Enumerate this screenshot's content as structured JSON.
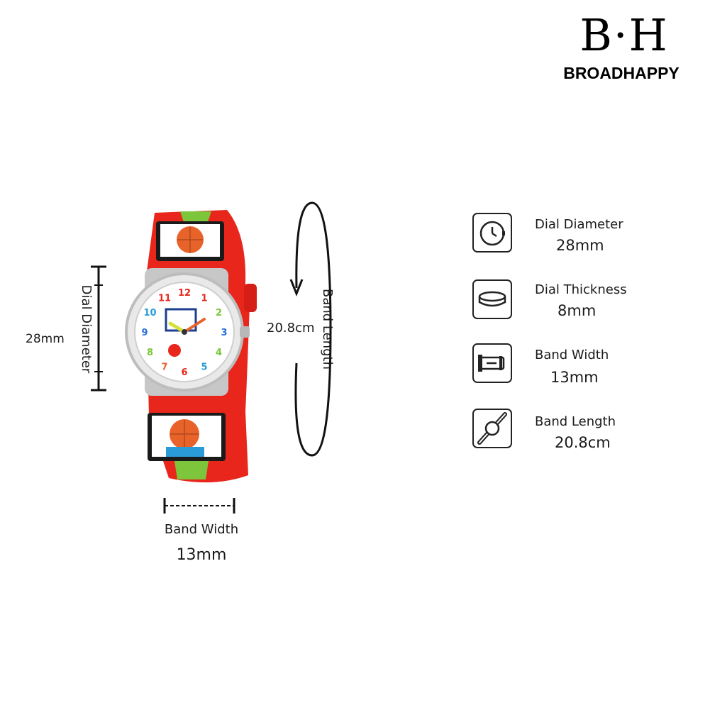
{
  "brand": {
    "mark": "B·H",
    "name": "BROADHAPPY"
  },
  "dimensions": {
    "dial_label": "Dial Diameter",
    "dial_value": "28mm",
    "band_length_label": "Band Length",
    "band_length_value": "20.8cm",
    "band_width_label": "Band Width",
    "band_width_value": "13mm"
  },
  "specs": [
    {
      "icon": "watch-face-icon",
      "label": "Dial Diameter",
      "value": "28mm"
    },
    {
      "icon": "dial-thickness-icon",
      "label": "Dial Thickness",
      "value": "8mm"
    },
    {
      "icon": "band-buckle-icon",
      "label": "Band Width",
      "value": "13mm"
    },
    {
      "icon": "band-length-icon",
      "label": "Band Length",
      "value": "20.8cm"
    }
  ],
  "dial_numbers": [
    "12",
    "1",
    "2",
    "3",
    "4",
    "5",
    "6",
    "7",
    "8",
    "9",
    "10",
    "11"
  ],
  "colors": {
    "band": "#e8261c",
    "ball": "#e8632a",
    "net": "#7dc53b",
    "text": "#1a1a1a"
  }
}
